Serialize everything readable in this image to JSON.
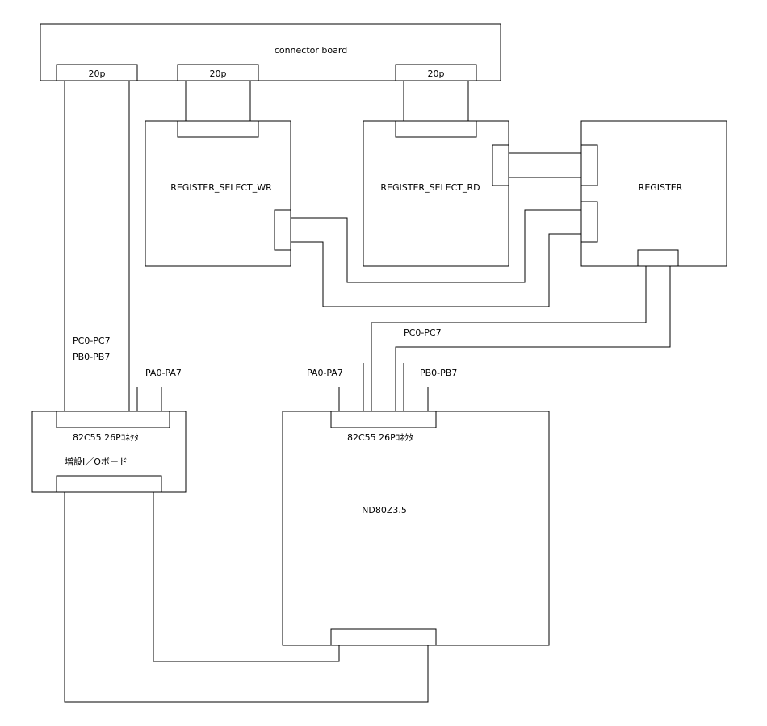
{
  "connector_board": {
    "label": "connector board",
    "connector_left": "20p",
    "connector_mid": "20p",
    "connector_right": "20p"
  },
  "register_select_wr": {
    "label": "REGISTER_SELECT_WR"
  },
  "register_select_rd": {
    "label": "REGISTER_SELECT_RD"
  },
  "register": {
    "label": "REGISTER"
  },
  "io_board": {
    "connector_label": "82C55 26Pｺﾈｸﾀ",
    "label": "増設I／Oボード",
    "signal_pc": "PC0-PC7",
    "signal_pb": "PB0-PB7",
    "signal_pa": "PA0-PA7"
  },
  "nd80z": {
    "label": "ND80Z3.5",
    "connector_label": "82C55 26Pｺﾈｸﾀ",
    "signal_pa": "PA0-PA7",
    "signal_pc": "PC0-PC7",
    "signal_pb": "PB0-PB7"
  }
}
